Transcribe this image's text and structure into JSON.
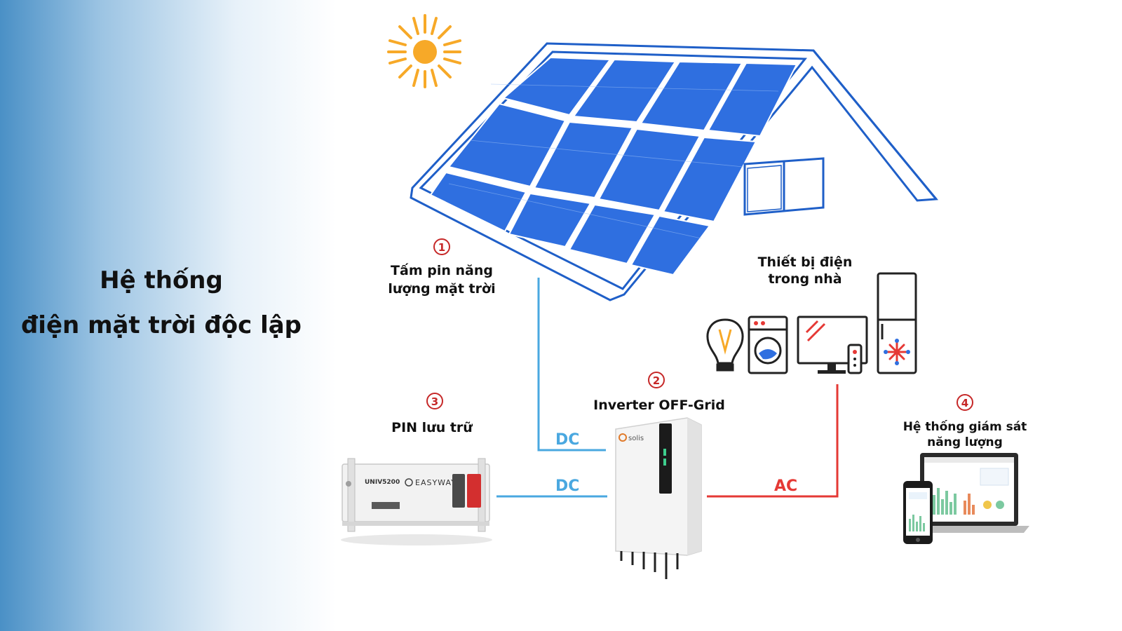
{
  "title": {
    "line1": "Hệ thống",
    "line2": "điện mặt trời độc lập"
  },
  "components": [
    {
      "number": "1",
      "label_line1": "Tấm pin năng",
      "label_line2": "lượng mặt trời",
      "icon": "solar-panel-icon"
    },
    {
      "number": "2",
      "label_line1": "Inverter OFF-Grid",
      "icon": "inverter-icon"
    },
    {
      "number": "3",
      "label_line1": "PIN lưu trữ",
      "icon": "battery-icon"
    },
    {
      "number": "4",
      "label_line1": "Hệ thống giám sát",
      "label_line2": "năng lượng",
      "icon": "monitor-icon"
    }
  ],
  "appliances": {
    "label_line1": "Thiết bị điện",
    "label_line2": "trong nhà",
    "icons": [
      "light-bulb-icon",
      "washing-machine-icon",
      "tv-icon",
      "remote-icon",
      "fridge-icon"
    ]
  },
  "connections": {
    "panel_to_inverter": "DC",
    "battery_to_inverter": "DC",
    "inverter_to_appliances": "AC"
  },
  "battery_labels": {
    "model": "UNIV5200",
    "brand": "EASYWAY"
  },
  "inverter_brand": "solis",
  "colors": {
    "dc_line": "#4aa8e0",
    "ac_line": "#e53935",
    "panel_blue": "#2f6fe0",
    "roof_blue": "#1f5fc8",
    "sun": "#f7a928",
    "number_red": "#c62828"
  }
}
